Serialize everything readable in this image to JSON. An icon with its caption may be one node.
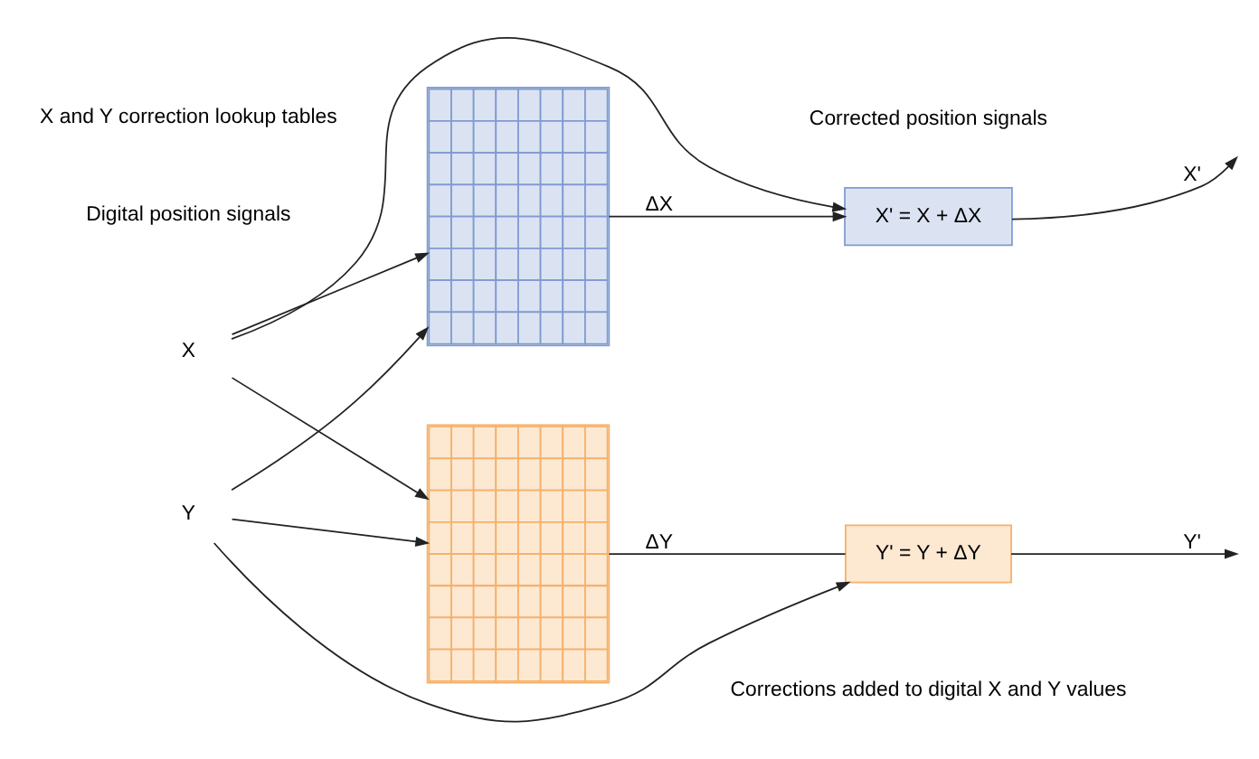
{
  "diagram": {
    "nodes": [
      {
        "text": [],
        "shape": "box"
      },
      {
        "text": [],
        "shape": "box"
      },
      {
        "text": [
          "X' = X + ΔX"
        ]
      },
      {
        "text": [
          "Y' = Y + ΔY"
        ]
      },
      {
        "text": [
          "X"
        ]
      },
      {
        "text": [
          "Y"
        ]
      }
    ],
    "edges": [
      {
        "from": 4,
        "to": 2,
        "arrow": "to"
      },
      {
        "from": 5,
        "to": 3,
        "arrow": "to"
      },
      {
        "from": 5,
        "to": 0,
        "arrow": "to"
      },
      {
        "from": 4,
        "to": 0,
        "arrow": "to"
      },
      {
        "from": 4,
        "to": 1,
        "arrow": "to"
      },
      {
        "from": 5,
        "to": 1,
        "arrow": "to"
      },
      {
        "from": 0,
        "to": 2,
        "label": "ΔX",
        "arrow": "to"
      },
      {
        "from": 1,
        "to": 3,
        "label": "ΔY",
        "arrow": "none"
      },
      {
        "from": 2,
        "to": null,
        "label": "X'",
        "arrow": "to"
      },
      {
        "from": 3,
        "to": null,
        "label": "Y'",
        "arrow": "to"
      }
    ],
    "labels": [
      "X and Y correction lookup tables",
      "Digital position signals",
      "Corrected position signals",
      "Corrections added to digital X and Y values"
    ]
  }
}
